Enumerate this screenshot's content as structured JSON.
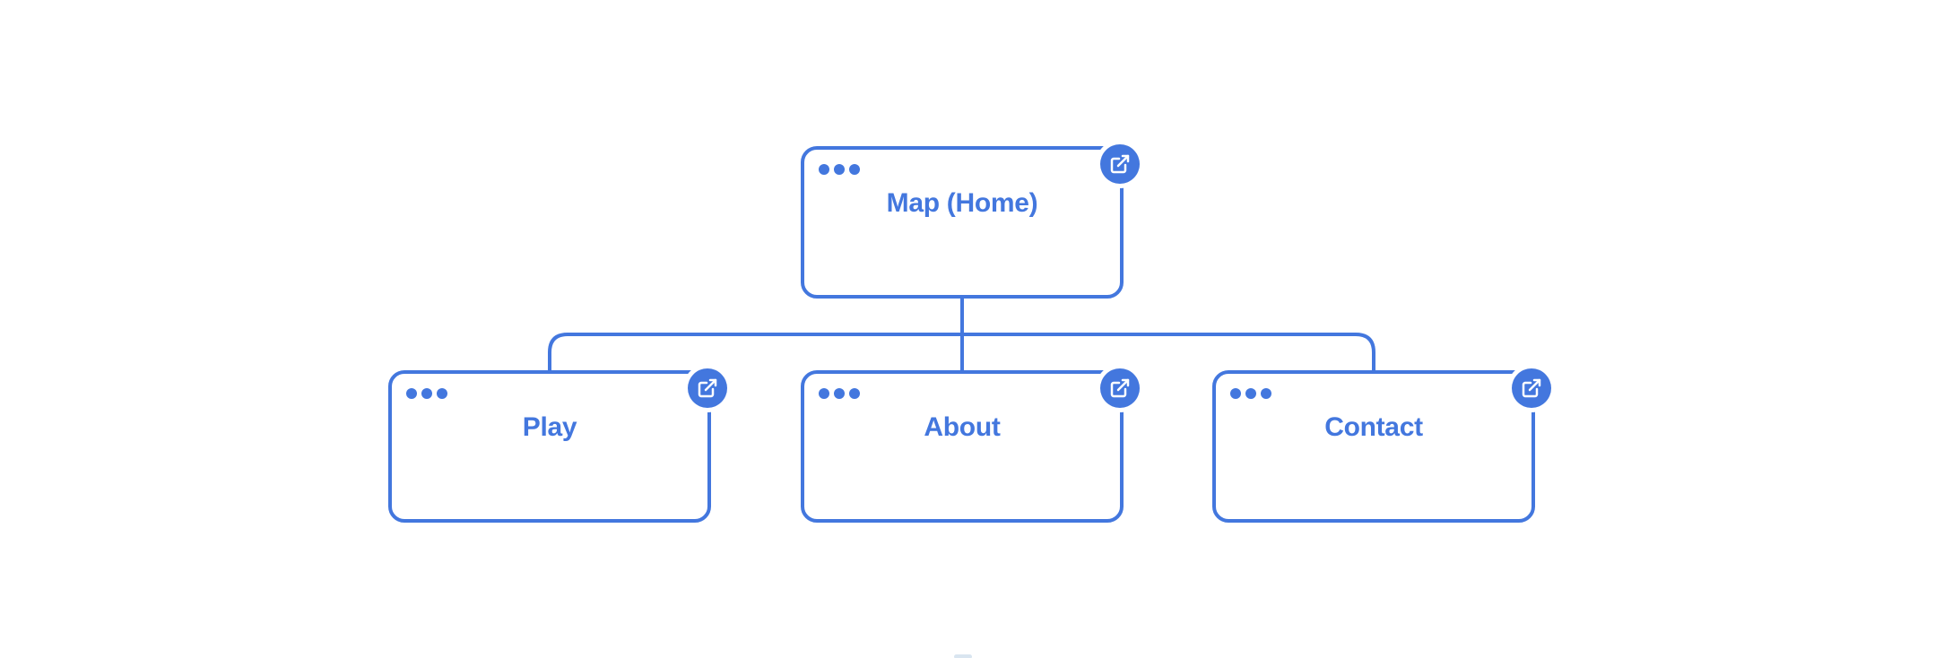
{
  "colors": {
    "accent": "#4377DE",
    "background": "#FFFFFF",
    "icon_glyph": "#FFFFFF",
    "clipped_edge": "#D9E5F0"
  },
  "nodes": [
    {
      "id": "home",
      "label": "Map (Home)"
    },
    {
      "id": "play",
      "label": "Play"
    },
    {
      "id": "about",
      "label": "About"
    },
    {
      "id": "contact",
      "label": "Contact"
    }
  ],
  "diagram": {
    "type": "sitemap-tree",
    "root": "Map (Home)",
    "edges": [
      {
        "from": "Map (Home)",
        "to": "Play"
      },
      {
        "from": "Map (Home)",
        "to": "About"
      },
      {
        "from": "Map (Home)",
        "to": "Contact"
      }
    ]
  },
  "icons": {
    "node_corner_button": "external-link-icon",
    "node_window_dots": "ellipsis-dots-icon"
  }
}
